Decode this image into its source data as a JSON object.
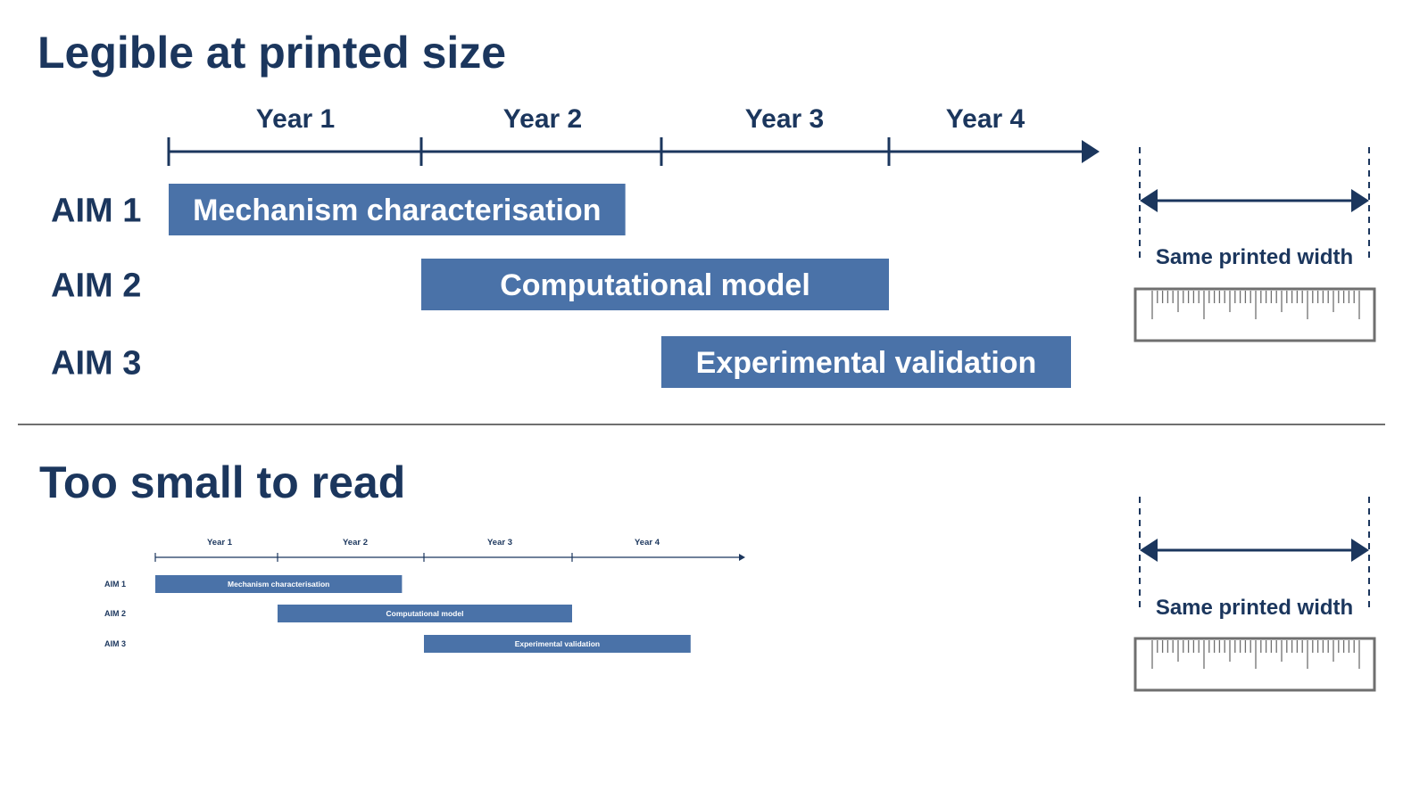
{
  "colors": {
    "navy": "#1b365d",
    "bar": "#4a72a8",
    "divider": "#6f6f6f",
    "ruler": "#6f6f6f"
  },
  "panels": [
    {
      "heading": "Legible at printed size",
      "width_caption": "Same printed width"
    },
    {
      "heading": "Too small to read",
      "width_caption": "Same printed width"
    }
  ],
  "icons": [
    "double-arrow-icon",
    "ruler-icon",
    "arrowhead-icon"
  ],
  "chart_data": {
    "type": "gantt",
    "years": [
      "Year 1",
      "Year 2",
      "Year 3",
      "Year 4"
    ],
    "tasks": [
      {
        "aim": "AIM 1",
        "label": "Mechanism characterisation",
        "start_year": 0,
        "end_year": 1.85
      },
      {
        "aim": "AIM 2",
        "label": "Computational model",
        "start_year": 1,
        "end_year": 3
      },
      {
        "aim": "AIM 3",
        "label": "Experimental validation",
        "start_year": 2,
        "end_year": 3.8
      }
    ]
  }
}
